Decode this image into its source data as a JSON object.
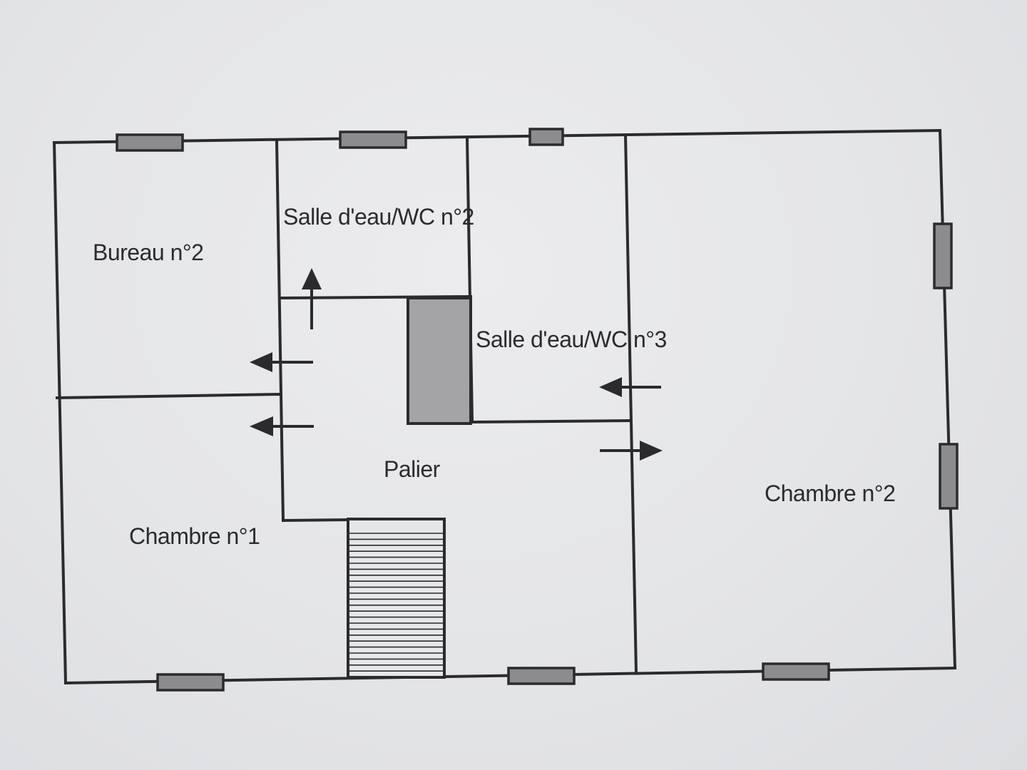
{
  "rooms": {
    "bureau_2": "Bureau n°2",
    "salle_eau_2": "Salle d'eau/WC n°2",
    "salle_eau_3": "Salle d'eau/WC n°3",
    "palier": "Palier",
    "chambre_1": "Chambre n°1",
    "chambre_2": "Chambre n°2"
  }
}
